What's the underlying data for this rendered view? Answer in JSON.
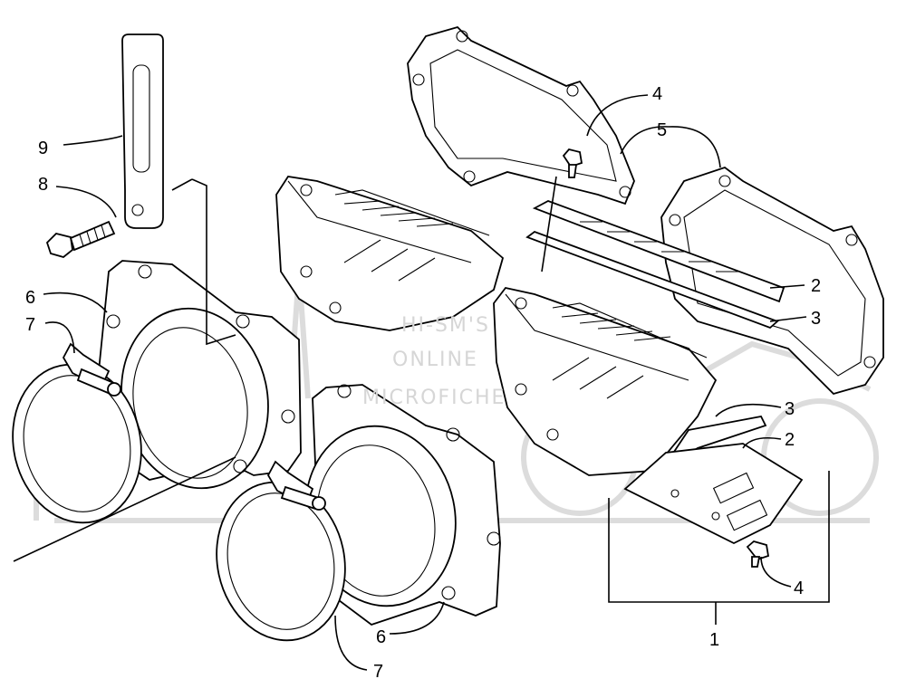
{
  "callouts": {
    "c1": "1",
    "c2a": "2",
    "c2b": "2",
    "c3a": "3",
    "c3b": "3",
    "c4a": "4",
    "c4b": "4",
    "c5": "5",
    "c6a": "6",
    "c6b": "6",
    "c7a": "7",
    "c7b": "7",
    "c8": "8",
    "c9": "9"
  },
  "watermark": {
    "line1": "HI-SM'S",
    "line2": "ONLINE",
    "line3": "MICROFICHE"
  }
}
